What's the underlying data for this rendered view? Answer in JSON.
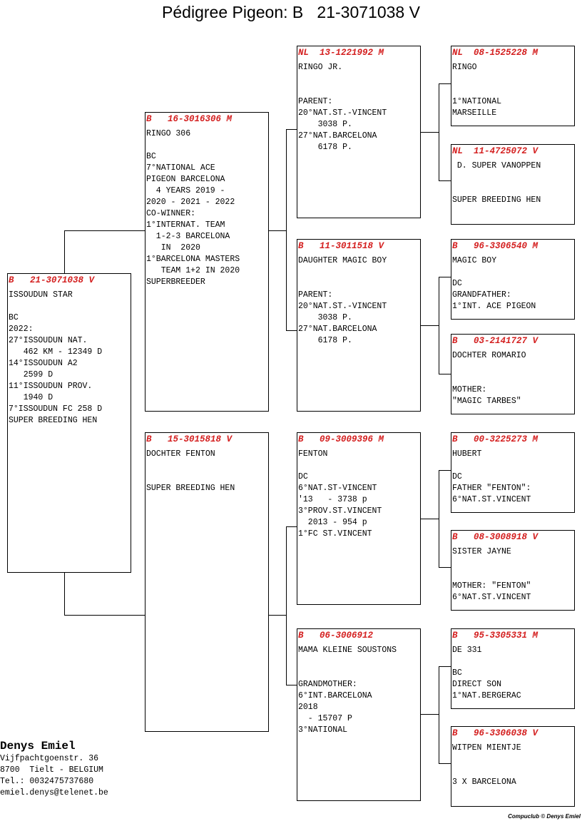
{
  "title": "Pédigree Pigeon: B   21-3071038 V",
  "pigeons": {
    "p0": {
      "id": "B   21-3071038 V",
      "body": "ISSOUDUN STAR\n\nBC\n2022:\n27°ISSOUDUN NAT.\n   462 KM - 12349 D\n14°ISSOUDUN A2\n   2599 D\n11°ISSOUDUN PROV.\n   1940 D\n7°ISSOUDUN FC 258 D\nSUPER BREEDING HEN"
    },
    "p1": {
      "id": "B   16-3016306 M",
      "body": "RINGO 306\n\nBC\n7°NATIONAL ACE\nPIGEON BARCELONA\n  4 YEARS 2019 -\n2020 - 2021 - 2022\nCO-WINNER:\n1°INTERNAT. TEAM\n  1-2-3 BARCELONA\n   IN  2020\n1°BARCELONA MASTERS\n   TEAM 1+2 IN 2020\nSUPERBREEDER"
    },
    "p2": {
      "id": "B   15-3015818 V",
      "body": "DOCHTER FENTON\n\n\nSUPER BREEDING HEN"
    },
    "p3": {
      "id": "NL  13-1221992 M",
      "body": "RINGO JR.\n\n\nPARENT:\n20°NAT.ST.-VINCENT\n    3038 P.\n27°NAT.BARCELONA\n    6178 P."
    },
    "p4": {
      "id": "B   11-3011518 V",
      "body": "DAUGHTER MAGIC BOY\n\n\nPARENT:\n20°NAT.ST.-VINCENT\n    3038 P.\n27°NAT.BARCELONA\n    6178 P."
    },
    "p5": {
      "id": "B   09-3009396 M",
      "body": "FENTON\n\nDC\n6°NAT.ST-VINCENT\n'13   - 3738 p\n3°PROV.ST.VINCENT\n  2013 - 954 p\n1°FC ST.VINCENT"
    },
    "p6": {
      "id": "B   06-3006912",
      "body": "MAMA KLEINE SOUSTONS\n\n\nGRANDMOTHER:\n6°INT.BARCELONA\n2018\n  - 15707 P\n3°NATIONAL"
    },
    "p7": {
      "id": "NL  08-1525228 M",
      "body": "RINGO\n\n\n1°NATIONAL\nMARSEILLE"
    },
    "p8": {
      "id": "NL  11-4725072 V",
      "body": " D. SUPER VANOPPEN\n\n\nSUPER BREEDING HEN"
    },
    "p9": {
      "id": "B   96-3306540 M",
      "body": "MAGIC BOY\n\nDC\nGRANDFATHER:\n1°INT. ACE PIGEON"
    },
    "p10": {
      "id": "B   03-2141727 V",
      "body": "DOCHTER ROMARIO\n\n\nMOTHER:\n\"MAGIC TARBES\""
    },
    "p11": {
      "id": "B   00-3225273 M",
      "body": "HUBERT\n\nDC\nFATHER \"FENTON\":\n6°NAT.ST.VINCENT"
    },
    "p12": {
      "id": "B   08-3008918 V",
      "body": "SISTER JAYNE\n\n\nMOTHER: \"FENTON\"\n6°NAT.ST.VINCENT"
    },
    "p13": {
      "id": "B   95-3305331 M",
      "body": "DE 331\n\nBC\nDIRECT SON\n1°NAT.BERGERAC"
    },
    "p14": {
      "id": "B   96-3306038 V",
      "body": "WITPEN MIENTJE\n\n\n3 X BARCELONA"
    }
  },
  "owner": {
    "name": "Denys Emiel",
    "street": "Vijfpachtgoenstr. 36",
    "city": "8700  Tielt - BELGIUM",
    "tel": "Tel.: 0032475737680",
    "email": "emiel.denys@telenet.be"
  },
  "credit": "Compuclub © Denys Emiel"
}
